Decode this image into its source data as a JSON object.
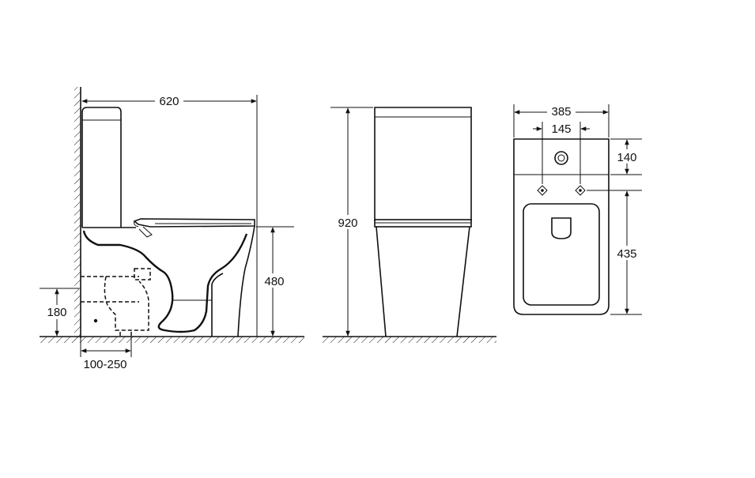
{
  "side_view": {
    "dimensions": {
      "total_depth": "620",
      "seat_height": "480",
      "outlet_height": "180",
      "outlet_offset": "100-250"
    }
  },
  "front_view": {
    "dimensions": {
      "total_height": "920"
    }
  },
  "top_view": {
    "dimensions": {
      "width": "385",
      "fixing_spacing": "145",
      "tank_depth": "140",
      "bowl_depth": "435"
    }
  }
}
